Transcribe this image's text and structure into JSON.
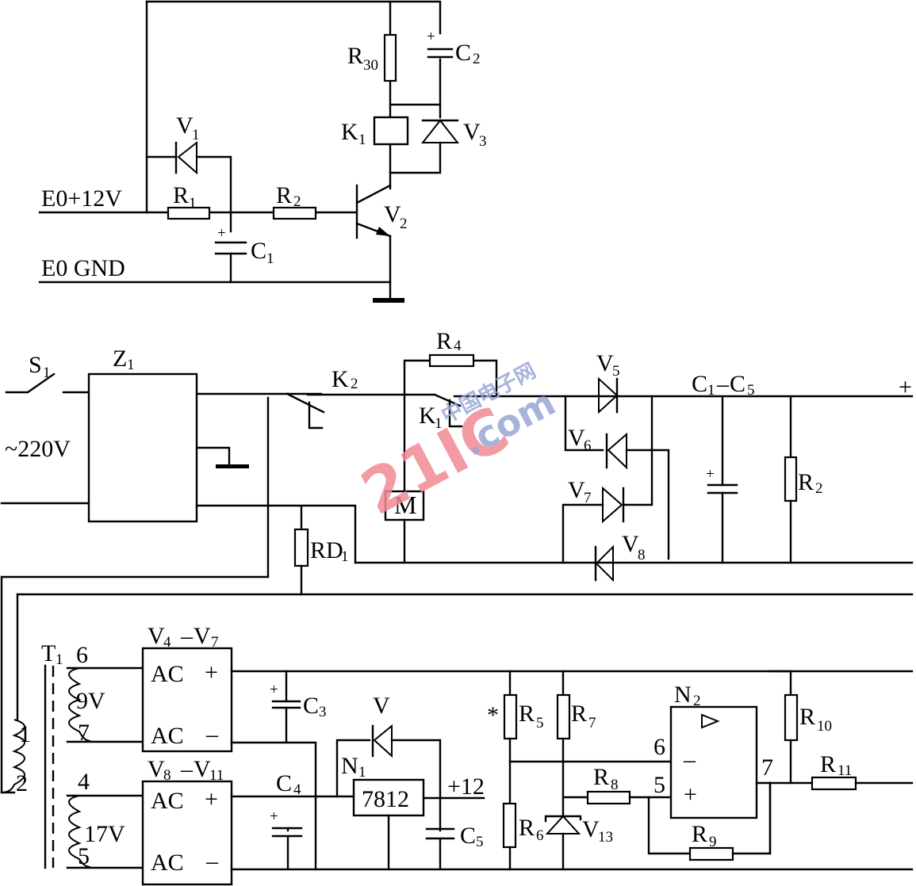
{
  "diagram": {
    "type": "circuit-schematic",
    "relay_driver": {
      "supply_label": "E0+12V",
      "ground_label": "E0  GND",
      "components": {
        "V1": {
          "ref": "V",
          "sub": "1",
          "kind": "diode"
        },
        "R1": {
          "ref": "R",
          "sub": "1",
          "kind": "resistor"
        },
        "R2": {
          "ref": "R",
          "sub": "2",
          "kind": "resistor"
        },
        "C1": {
          "ref": "C",
          "sub": "1",
          "kind": "electrolytic-capacitor",
          "polarity": "+"
        },
        "V2": {
          "ref": "V",
          "sub": "2",
          "kind": "npn-transistor"
        },
        "R30": {
          "ref": "R",
          "sub": "30",
          "kind": "resistor"
        },
        "C2": {
          "ref": "C",
          "sub": "2",
          "kind": "electrolytic-capacitor",
          "polarity": "+"
        },
        "K1": {
          "ref": "K",
          "sub": "1",
          "kind": "relay-coil"
        },
        "V3": {
          "ref": "V",
          "sub": "3",
          "kind": "diode"
        }
      }
    },
    "mains_section": {
      "input_label": "~220V",
      "components": {
        "S1": {
          "ref": "S",
          "sub": "1",
          "kind": "switch"
        },
        "Z1": {
          "ref": "Z",
          "sub": "1",
          "kind": "filter-block"
        },
        "K2": {
          "ref": "K",
          "sub": "2",
          "kind": "relay-contact"
        },
        "K1c": {
          "ref": "K",
          "sub": "1",
          "kind": "relay-contact"
        },
        "R4": {
          "ref": "R",
          "sub": "4",
          "kind": "resistor"
        },
        "M": {
          "ref": "M",
          "sub": "",
          "kind": "motor"
        },
        "RD1": {
          "ref": "RD",
          "sub": "1",
          "kind": "fuse-resistor"
        },
        "V5": {
          "ref": "V",
          "sub": "5",
          "kind": "diode"
        },
        "V6": {
          "ref": "V",
          "sub": "6",
          "kind": "diode"
        },
        "V7": {
          "ref": "V",
          "sub": "7",
          "kind": "diode"
        },
        "V8": {
          "ref": "V",
          "sub": "8",
          "kind": "diode"
        },
        "Cbank": {
          "ref": "C",
          "sub": "1",
          "ref2": "C",
          "sub2": "5",
          "dash": "–",
          "kind": "capacitor-bank",
          "polarity": "+"
        },
        "R2b": {
          "ref": "R",
          "sub": "2",
          "kind": "resistor"
        }
      },
      "output_plus": "+"
    },
    "power_supply": {
      "transformer": {
        "ref": "T",
        "sub": "1",
        "primary_pins": [
          "1",
          "2"
        ],
        "sec1_pins": [
          "6",
          "7"
        ],
        "sec1_voltage": "9V",
        "sec2_pins": [
          "4",
          "5"
        ],
        "sec2_voltage": "17V"
      },
      "bridge1": {
        "ref": "V",
        "sub": "4",
        "ref2": "V",
        "sub2": "7",
        "dash": "–",
        "ac": "AC",
        "plus": "+",
        "minus": "–"
      },
      "bridge2": {
        "ref": "V",
        "sub": "8",
        "ref2": "V",
        "sub2": "11",
        "dash": "–",
        "ac": "AC",
        "plus": "+",
        "minus": "–"
      },
      "C3": {
        "ref": "C",
        "sub": "3",
        "polarity": "+"
      },
      "C4": {
        "ref": "C",
        "sub": "4",
        "polarity": "+"
      },
      "C5": {
        "ref": "C",
        "sub": "5"
      },
      "V": {
        "ref": "V",
        "sub": ""
      },
      "N1": {
        "ref": "N",
        "sub": "1",
        "part": "7812"
      },
      "out_label": "+12"
    },
    "comparator": {
      "R5": {
        "ref": "R",
        "sub": "5",
        "mark": "*"
      },
      "R6": {
        "ref": "R",
        "sub": "6"
      },
      "R7": {
        "ref": "R",
        "sub": "7"
      },
      "R8": {
        "ref": "R",
        "sub": "8"
      },
      "R9": {
        "ref": "R",
        "sub": "9"
      },
      "R10": {
        "ref": "R",
        "sub": "10"
      },
      "R11": {
        "ref": "R",
        "sub": "11"
      },
      "V13": {
        "ref": "V",
        "sub": "13"
      },
      "N2": {
        "ref": "N",
        "sub": "2",
        "pin_inv": "6",
        "pin_noninv": "5",
        "pin_out": "7",
        "inv_sign": "–",
        "noninv_sign": "+",
        "amp_symbol": "▷"
      }
    },
    "watermark": {
      "main": "21IC",
      "domain": ".com",
      "cn": "中国电子网"
    }
  }
}
